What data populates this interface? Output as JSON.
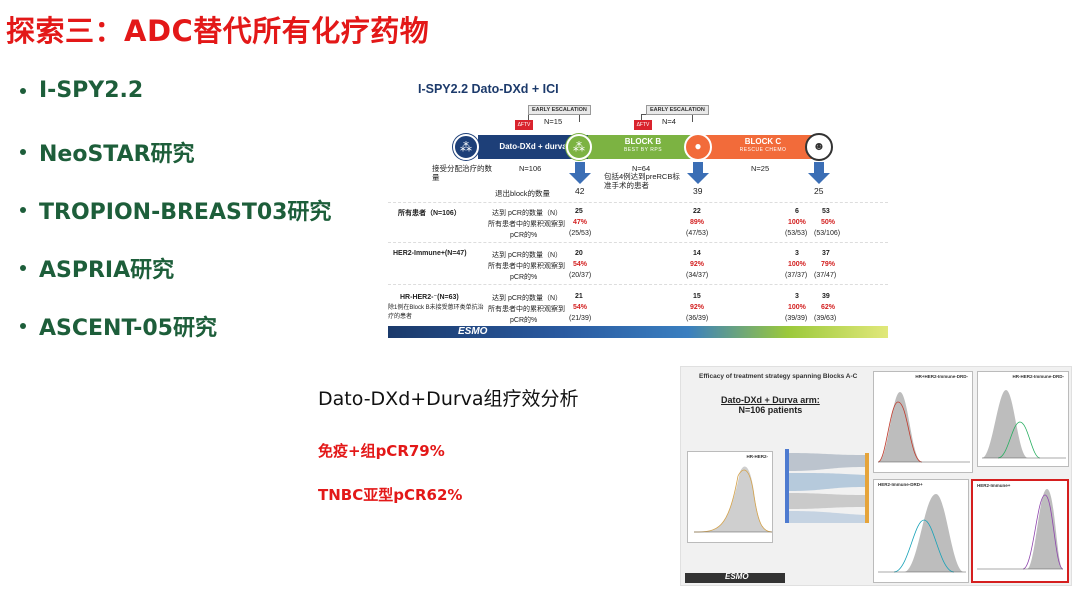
{
  "slide": {
    "title": "探索三：ADC替代所有化疗药物"
  },
  "bullets": [
    "I-SPY2.2",
    "NeoSTAR研究",
    "TROPION-BREAST03研究",
    "ASPRIA研究",
    "ASCENT-05研究"
  ],
  "figure_top": {
    "title": "I-SPY2.2 Dato-DXd + ICI",
    "escalation_label": "EARLY ESCALATION",
    "escalation_1_n": "N=15",
    "escalation_2_n": "N=4",
    "dtv_label": "ΔFTV",
    "block_a": "Dato-DXd + durva",
    "block_b": "BLOCK B",
    "block_b_sub": "BEST BY RPS",
    "block_c": "BLOCK C",
    "block_c_sub": "RESCUE CHEMO",
    "n_a": "N=106",
    "n_b": "N=64",
    "n_c": "N=25",
    "assigned_label": "接受分配治疗的数量",
    "exit_label": "退出block的数量",
    "exit_a": "42",
    "exit_b": "39",
    "exit_c": "25",
    "block_b_note": "包括4例达到preRCB标准手术的患者",
    "rows": [
      {
        "group": "所有患者（N=106）",
        "row_labels": [
          "达到 pCR的数量（N）",
          "所有患者中的累积观察到",
          "pCR的%"
        ],
        "col_a": [
          "25",
          "47%",
          "(25/53)"
        ],
        "col_b": [
          "22",
          "89%",
          "(47/53)"
        ],
        "col_c": [
          "6",
          "100%",
          "(53/53)"
        ],
        "col_d": [
          "53",
          "50%",
          "(53/106)"
        ]
      },
      {
        "group": "HER2-Immune+(N=47)",
        "row_labels": [
          "达到 pCR的数量（N）",
          "所有患者中的累积观察到",
          "pCR的%"
        ],
        "col_a": [
          "20",
          "54%",
          "(20/37)"
        ],
        "col_b": [
          "14",
          "92%",
          "(34/37)"
        ],
        "col_c": [
          "3",
          "100%",
          "(37/37)"
        ],
        "col_d": [
          "37",
          "79%",
          "(37/47)"
        ]
      },
      {
        "group": "HR-HER2-⁻(N=63)",
        "group_note": "除1例在Block B未接受蒽环类单抗治疗的患者",
        "row_labels": [
          "达到 pCR的数量（N）",
          "所有患者中的累积观察到",
          "pCR的%"
        ],
        "col_a": [
          "21",
          "54%",
          "(21/39)"
        ],
        "col_b": [
          "15",
          "92%",
          "(36/39)"
        ],
        "col_c": [
          "3",
          "100%",
          "(39/39)"
        ],
        "col_d": [
          "39",
          "62%",
          "(39/63)"
        ]
      }
    ],
    "banner_text": "ESMO"
  },
  "analysis": {
    "heading": "Dato-DXd+Durva组疗效分析",
    "immune_pcr": "免疫+组pCR79%",
    "tnbc_pcr": "TNBC亚型pCR62%"
  },
  "figure_bottom": {
    "title": "Efficacy of treatment strategy spanning Blocks A-C",
    "arm_title": "Dato-DXd + Durva arm:",
    "arm_n": "N=106 patients",
    "panel_labels": [
      "HR+HER2-Immune-DRD-",
      "HR-HER2-Immune-DRD-",
      "HER2-Immune-DRD+",
      "HER2-Immune+",
      "HR-HER2-"
    ],
    "banner_text": "ESMO",
    "colors": {
      "red_curve": "#c0392b",
      "green_curve": "#27ae60",
      "teal_curve": "#17a2b8",
      "gray_fill": "#bdbdbd",
      "purple_curve": "#8e44ad"
    }
  }
}
